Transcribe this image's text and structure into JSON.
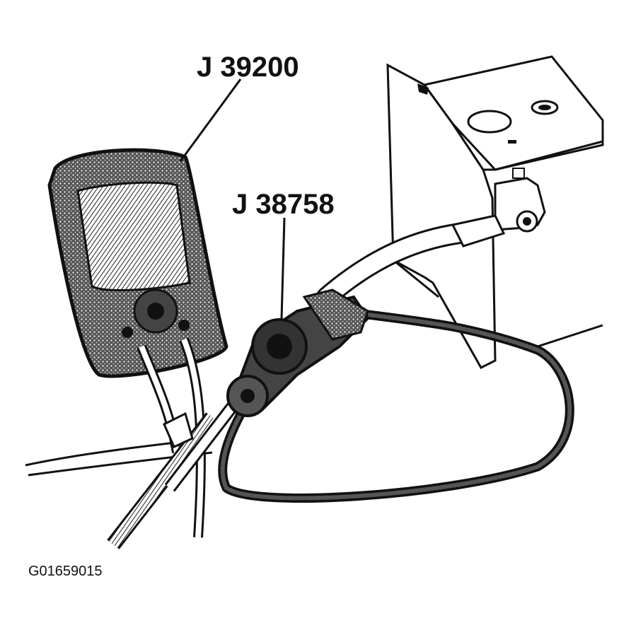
{
  "labels": {
    "meter": "J 39200",
    "adapter": "J 38758"
  },
  "figure_id": "G01659015",
  "colors": {
    "ink": "#111111",
    "paper": "#ffffff",
    "shade": "#3a3a3a"
  }
}
